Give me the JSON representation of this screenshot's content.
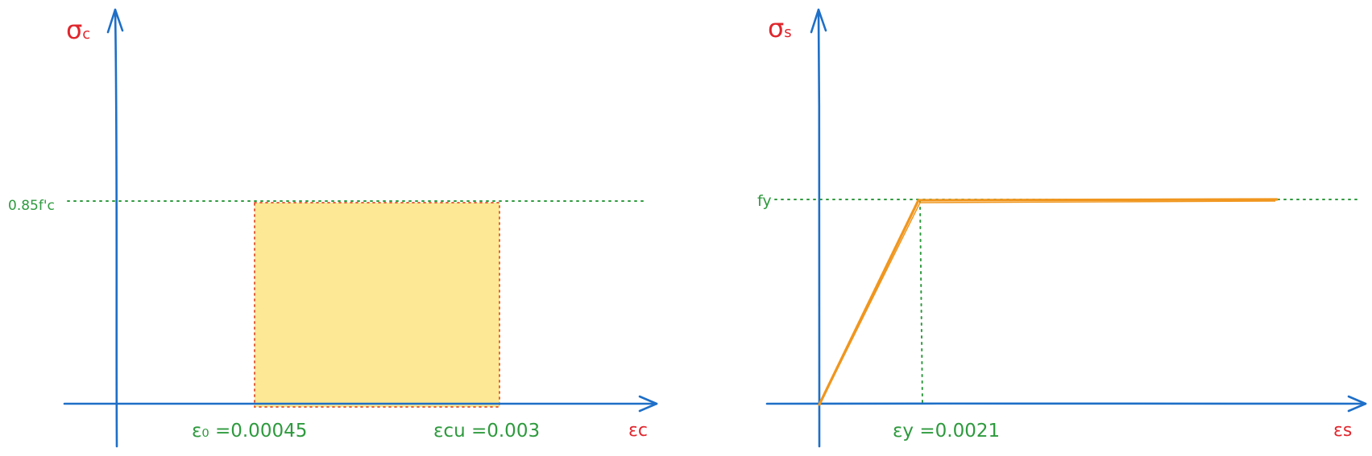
{
  "left_diagram": {
    "y_axis_label": "σ",
    "y_axis_label_sub": "c",
    "x_axis_label": "εc",
    "stress_level_label": "0.85f'c",
    "strain_0_label": "ε₀ =0.00045",
    "strain_cu_label": "εcu =0.003",
    "block_fill_color": "#fce895"
  },
  "right_diagram": {
    "y_axis_label": "σ",
    "y_axis_label_sub": "s",
    "x_axis_label": "εs",
    "yield_stress_label": "fy",
    "yield_strain_label": "εy =0.0021"
  },
  "colors": {
    "axis": "#1e6fc7",
    "label_red": "#e0262d",
    "label_green": "#2e9a3e",
    "curve_orange": "#f0961e"
  }
}
